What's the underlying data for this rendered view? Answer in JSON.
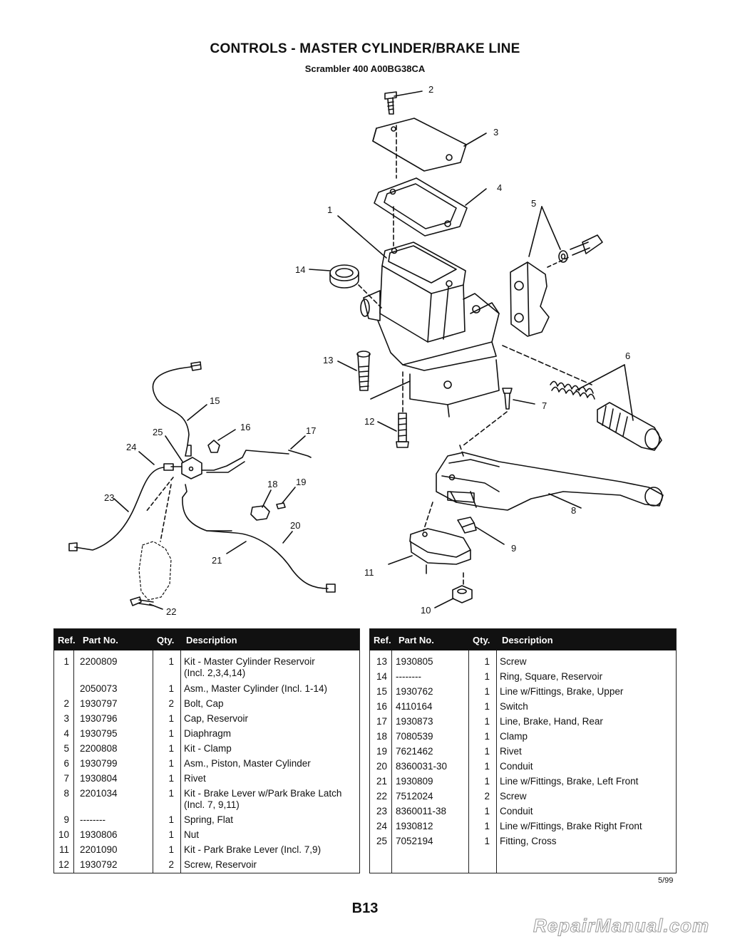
{
  "title": "CONTROLS - MASTER CYLINDER/BRAKE LINE",
  "subtitle": "Scrambler 400 A00BG38CA",
  "callouts": [
    "1",
    "2",
    "3",
    "4",
    "5",
    "6",
    "7",
    "8",
    "9",
    "10",
    "11",
    "12",
    "13",
    "14",
    "15",
    "16",
    "17",
    "18",
    "19",
    "20",
    "21",
    "22",
    "23",
    "24",
    "25"
  ],
  "table_headers": {
    "ref": "Ref.",
    "part": "Part No.",
    "qty": "Qty.",
    "desc": "Description"
  },
  "left_rows": [
    {
      "ref": "1",
      "part": "2200809",
      "qty": "1",
      "desc": "Kit - Master Cylinder Reservoir",
      "desc2": "(Incl. 2,3,4,14)"
    },
    {
      "ref": "",
      "part": "2050073",
      "qty": "1",
      "desc": "Asm., Master Cylinder (Incl. 1-14)",
      "desc2": ""
    },
    {
      "ref": "2",
      "part": "1930797",
      "qty": "2",
      "desc": "Bolt, Cap",
      "desc2": ""
    },
    {
      "ref": "3",
      "part": "1930796",
      "qty": "1",
      "desc": "Cap, Reservoir",
      "desc2": ""
    },
    {
      "ref": "4",
      "part": "1930795",
      "qty": "1",
      "desc": "Diaphragm",
      "desc2": ""
    },
    {
      "ref": "5",
      "part": "2200808",
      "qty": "1",
      "desc": "Kit - Clamp",
      "desc2": ""
    },
    {
      "ref": "6",
      "part": "1930799",
      "qty": "1",
      "desc": "Asm., Piston, Master Cylinder",
      "desc2": ""
    },
    {
      "ref": "7",
      "part": "1930804",
      "qty": "1",
      "desc": "Rivet",
      "desc2": ""
    },
    {
      "ref": "8",
      "part": "2201034",
      "qty": "1",
      "desc": "Kit - Brake Lever w/Park Brake Latch",
      "desc2": "(Incl. 7, 9,11)"
    },
    {
      "ref": "9",
      "part": "--------",
      "qty": "1",
      "desc": "Spring, Flat",
      "desc2": ""
    },
    {
      "ref": "10",
      "part": "1930806",
      "qty": "1",
      "desc": "Nut",
      "desc2": ""
    },
    {
      "ref": "11",
      "part": "2201090",
      "qty": "1",
      "desc": "Kit - Park Brake Lever (Incl. 7,9)",
      "desc2": ""
    },
    {
      "ref": "12",
      "part": "1930792",
      "qty": "2",
      "desc": "Screw, Reservoir",
      "desc2": ""
    }
  ],
  "right_rows": [
    {
      "ref": "13",
      "part": "1930805",
      "qty": "1",
      "desc": "Screw"
    },
    {
      "ref": "14",
      "part": "--------",
      "qty": "1",
      "desc": "Ring, Square, Reservoir"
    },
    {
      "ref": "15",
      "part": "1930762",
      "qty": "1",
      "desc": "Line w/Fittings, Brake, Upper"
    },
    {
      "ref": "16",
      "part": "4110164",
      "qty": "1",
      "desc": "Switch"
    },
    {
      "ref": "17",
      "part": "1930873",
      "qty": "1",
      "desc": "Line, Brake, Hand, Rear"
    },
    {
      "ref": "18",
      "part": "7080539",
      "qty": "1",
      "desc": "Clamp"
    },
    {
      "ref": "19",
      "part": "7621462",
      "qty": "1",
      "desc": "Rivet"
    },
    {
      "ref": "20",
      "part": "8360031-30",
      "qty": "1",
      "desc": "Conduit"
    },
    {
      "ref": "21",
      "part": "1930809",
      "qty": "1",
      "desc": "Line w/Fittings, Brake, Left Front"
    },
    {
      "ref": "22",
      "part": "7512024",
      "qty": "2",
      "desc": "Screw"
    },
    {
      "ref": "23",
      "part": "8360011-38",
      "qty": "1",
      "desc": "Conduit"
    },
    {
      "ref": "24",
      "part": "1930812",
      "qty": "1",
      "desc": "Line w/Fittings, Brake Right Front"
    },
    {
      "ref": "25",
      "part": "7052194",
      "qty": "1",
      "desc": "Fitting, Cross"
    }
  ],
  "date": "5/99",
  "page_number": "B13",
  "watermark": "RepairManual.com"
}
